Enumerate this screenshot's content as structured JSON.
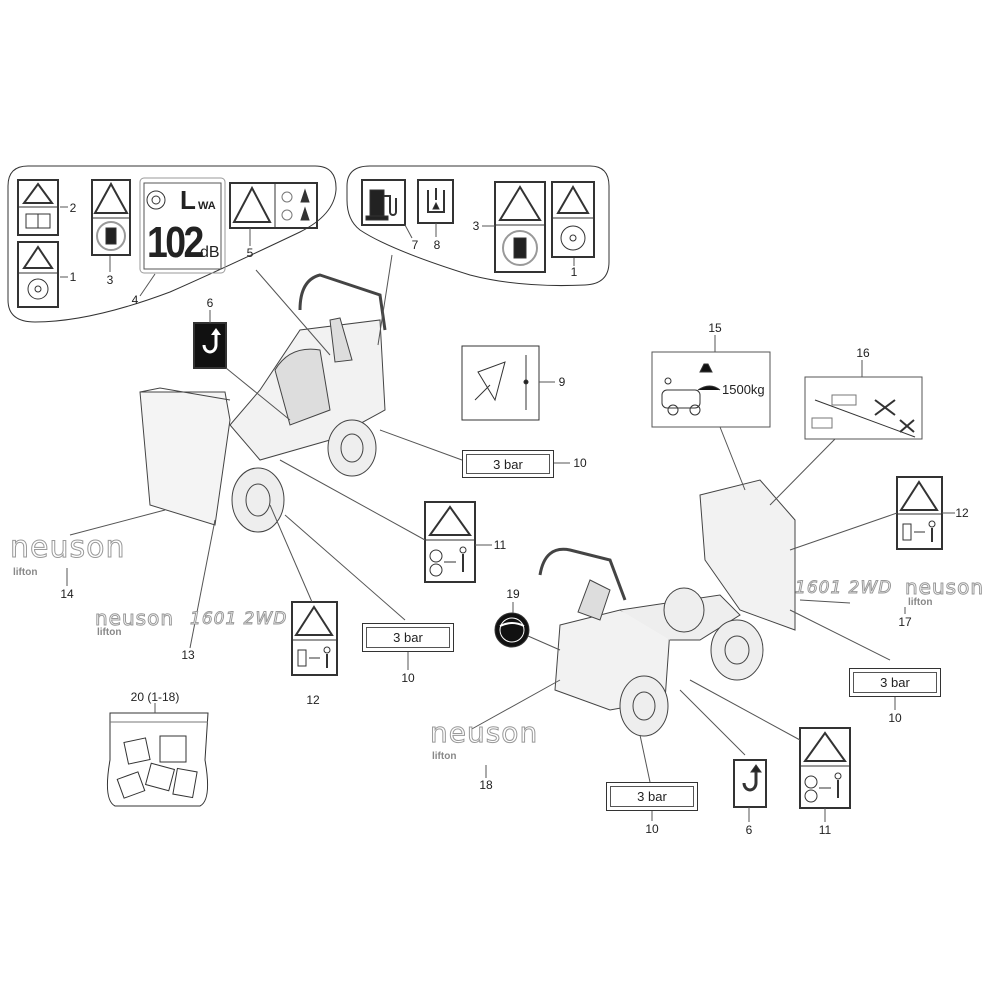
{
  "title": "Decals / Labels parts diagram",
  "callouts": [
    "2",
    "1",
    "3",
    "4",
    "5",
    "7",
    "8",
    "3",
    "1",
    "6",
    "9",
    "10",
    "11",
    "14",
    "13",
    "12",
    "10",
    "20 (1-18)",
    "15",
    "16",
    "12",
    "17",
    "19",
    "18",
    "10",
    "11",
    "6",
    "10"
  ],
  "decals": {
    "pressure_label": "3 bar",
    "noise_symbol": "L",
    "noise_subscript": "WA",
    "noise_value": "102",
    "noise_unit": "dB",
    "load_value": "1500kg"
  },
  "logos": {
    "brand": "neuson",
    "sub_brand": "lifton",
    "model": "1601 2WD"
  },
  "colors": {
    "line": "#333333",
    "logo_outline": "#999999"
  }
}
